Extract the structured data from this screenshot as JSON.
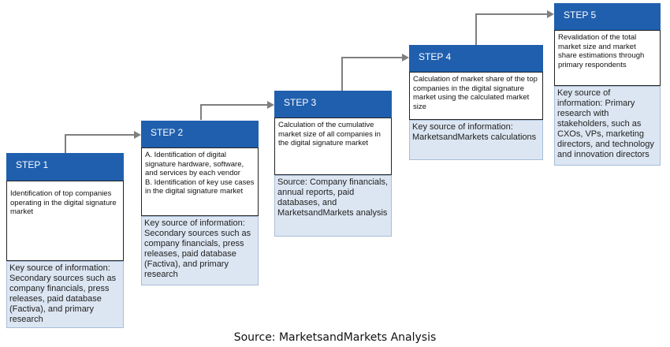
{
  "steps": [
    {
      "label": "STEP 1",
      "description": "Identification of top companies operating in the digital signature market",
      "source": "Key source of information: Secondary sources such as company financials, press releases, paid database (Factiva), and primary research"
    },
    {
      "label": "STEP 2",
      "description": "A. Identification of digital signature hardware, software, and services by each vendor\nB. Identification of key use cases in the digital signature market",
      "source": "Key source of information: Secondary sources such as company financials, press releases, paid database (Factiva), and primary research"
    },
    {
      "label": "STEP 3",
      "description": "Calculation of the cumulative market size of all companies in the digital signature market",
      "source": "Source: Company financials, annual reports, paid databases, and MarketsandMarkets analysis"
    },
    {
      "label": "STEP 4",
      "description": "Calculation of market share of the top companies in the digital signature market using the calculated market size",
      "source": "Key source of information: MarketsandMarkets calculations"
    },
    {
      "label": "STEP 5",
      "description": "Revalidation of the total market size and market share estimations through primary respondents",
      "source": "Key source of information: Primary research with stakeholders, such as CXOs, VPs, marketing directors, and technology and innovation directors"
    }
  ],
  "caption": "Source: MarketsandMarkets Analysis",
  "colors": {
    "header_fill": "#1f5fae",
    "source_fill": "#dce6f2",
    "connector": "#7f7f7f"
  }
}
